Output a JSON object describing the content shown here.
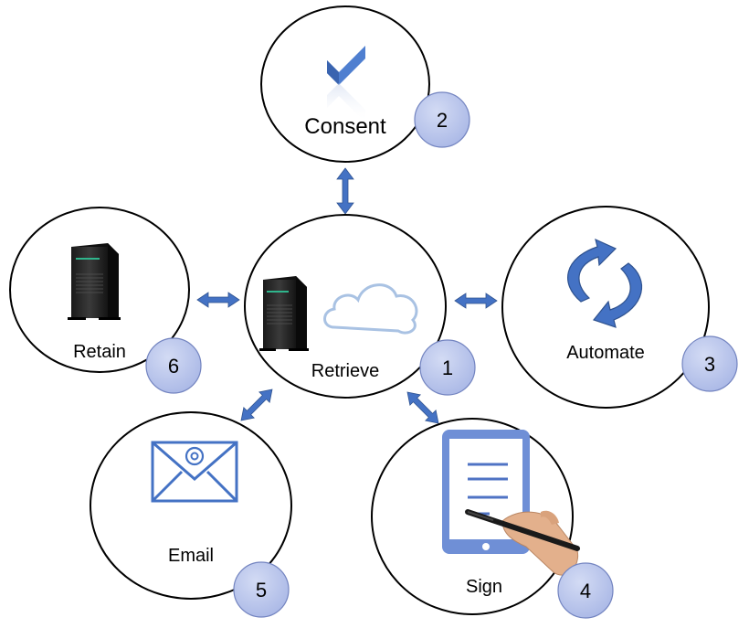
{
  "nodes": [
    {
      "id": "retrieve",
      "label": "Retrieve",
      "badge": "1"
    },
    {
      "id": "consent",
      "label": "Consent",
      "badge": "2"
    },
    {
      "id": "automate",
      "label": "Automate",
      "badge": "3"
    },
    {
      "id": "sign",
      "label": "Sign",
      "badge": "4"
    },
    {
      "id": "email",
      "label": "Email",
      "badge": "5"
    },
    {
      "id": "retain",
      "label": "Retain",
      "badge": "6"
    }
  ],
  "colors": {
    "circle_stroke": "#000000",
    "badge_fill": "#b8c4ec",
    "badge_stroke": "#6f7fb8",
    "arrow": "#4472c4",
    "icon_blue": "#4472c4",
    "server_dark": "#2b2b2b"
  },
  "icons": {
    "consent": "checkmark-icon",
    "retrieve_server": "server-tower-icon",
    "retrieve_cloud": "cloud-icon",
    "automate": "sync-arrows-icon",
    "sign": "tablet-signature-icon",
    "email": "envelope-at-icon",
    "retain": "server-tower-icon"
  }
}
